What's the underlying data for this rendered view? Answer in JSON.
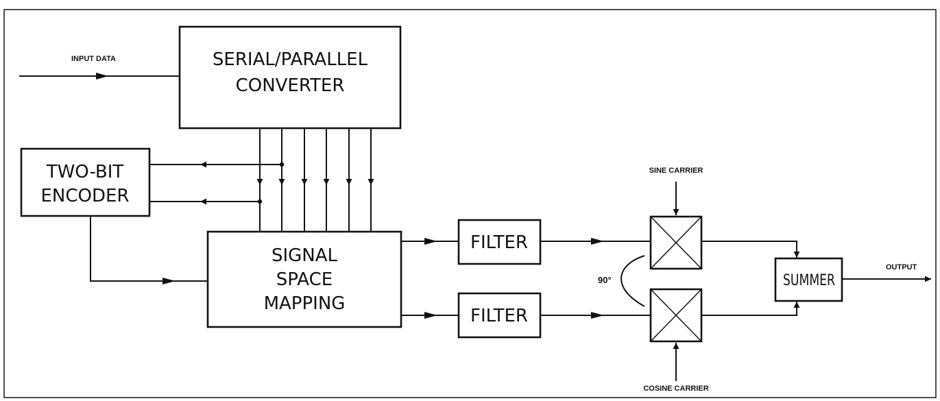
{
  "blocks": {
    "serial_parallel": {
      "line1": "SERIAL/PARALLEL",
      "line2": "CONVERTER"
    },
    "encoder": {
      "line1": "TWO-BIT",
      "line2": "ENCODER"
    },
    "mapping": {
      "line1": "SIGNAL",
      "line2": "SPACE",
      "line3": "MAPPING"
    },
    "filter_top": "FILTER",
    "filter_bottom": "FILTER",
    "summer": "SUMMER"
  },
  "labels": {
    "input": "INPUT DATA",
    "output": "OUTPUT",
    "sine": "SINE CARRIER",
    "cosine": "COSINE CARRIER",
    "phase": "90°"
  },
  "colors": {
    "ink": "#111111",
    "background": "#ffffff"
  }
}
